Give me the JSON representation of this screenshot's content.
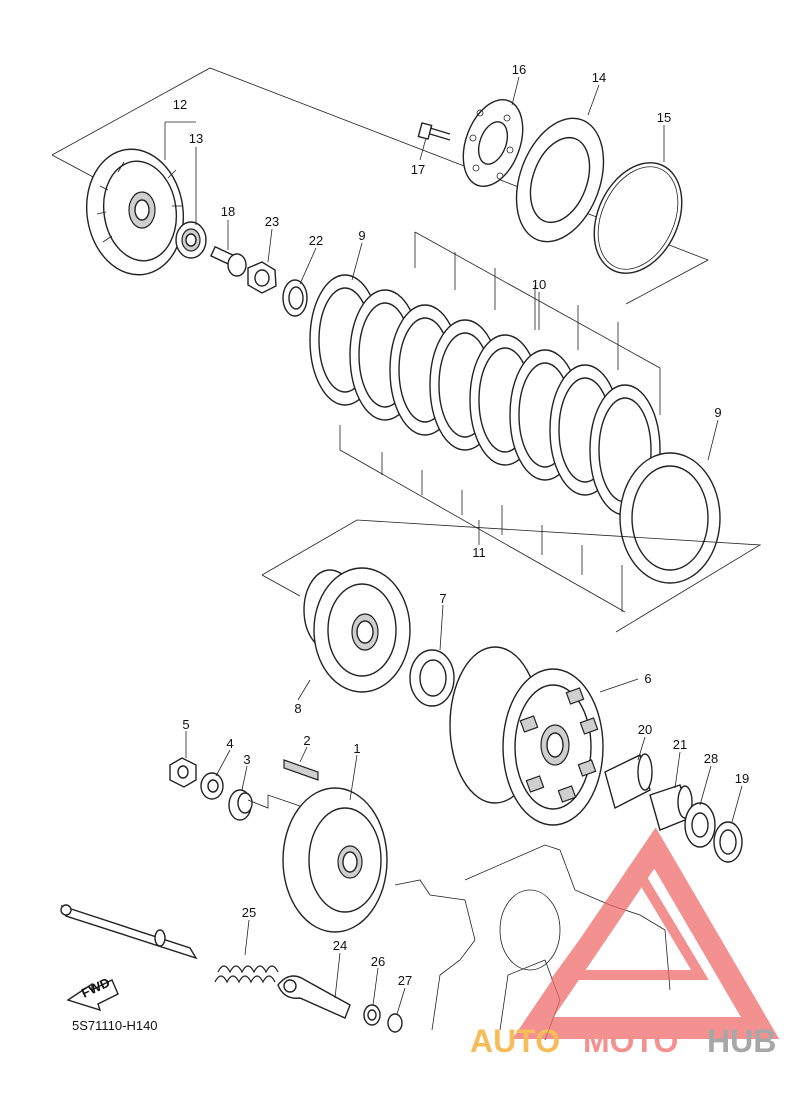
{
  "diagram": {
    "code": "5S71110-H140",
    "fwd_label": "FWD"
  },
  "parts": [
    {
      "n": "1"
    },
    {
      "n": "2"
    },
    {
      "n": "3"
    },
    {
      "n": "4"
    },
    {
      "n": "5"
    },
    {
      "n": "6"
    },
    {
      "n": "7"
    },
    {
      "n": "8"
    },
    {
      "n": "9"
    },
    {
      "n": "9"
    },
    {
      "n": "10"
    },
    {
      "n": "11"
    },
    {
      "n": "12"
    },
    {
      "n": "13"
    },
    {
      "n": "14"
    },
    {
      "n": "15"
    },
    {
      "n": "16"
    },
    {
      "n": "17"
    },
    {
      "n": "18"
    },
    {
      "n": "19"
    },
    {
      "n": "20"
    },
    {
      "n": "21"
    },
    {
      "n": "22"
    },
    {
      "n": "23"
    },
    {
      "n": "24"
    },
    {
      "n": "25"
    },
    {
      "n": "26"
    },
    {
      "n": "27"
    },
    {
      "n": "28"
    }
  ],
  "watermark": {
    "text_a": "AUTO",
    "text_b": "MOTO",
    "text_c": "HUB",
    "color_orange": "#f5a623",
    "color_red": "#ef6b6b",
    "color_gray": "#8a8a8a"
  }
}
